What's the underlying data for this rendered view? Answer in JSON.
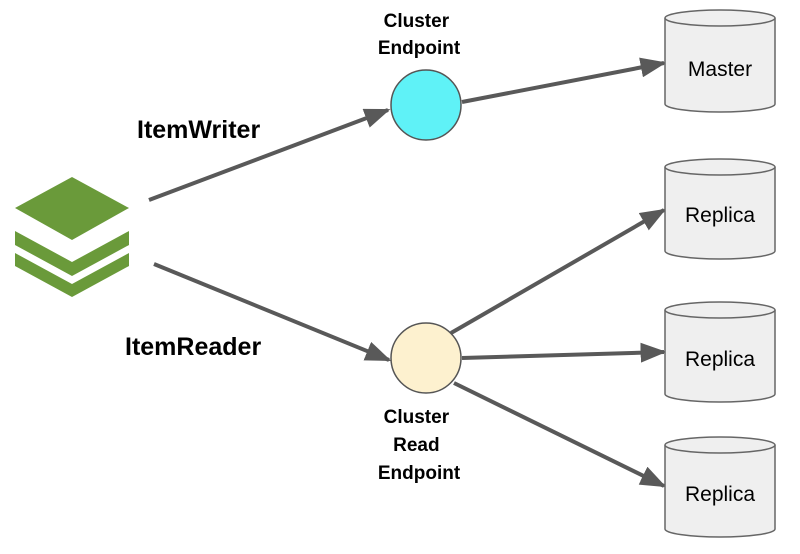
{
  "app_logo": {
    "icon": "layered-stack-icon",
    "color": "#6a9a3a"
  },
  "edges": {
    "writer_label": "ItemWriter",
    "reader_label": "ItemReader"
  },
  "endpoints": {
    "write": {
      "label_lines": [
        "Cluster",
        "Endpoint"
      ],
      "color": "#5ff2f7"
    },
    "read": {
      "label_lines": [
        "Cluster",
        "Read",
        "Endpoint"
      ],
      "color": "#fdf1cf"
    }
  },
  "databases": {
    "master": {
      "label": "Master"
    },
    "replica_1": {
      "label": "Replica"
    },
    "replica_2": {
      "label": "Replica"
    },
    "replica_3": {
      "label": "Replica"
    }
  },
  "colors": {
    "arrow": "#595959",
    "db_fill": "#efefef",
    "db_stroke": "#666666"
  }
}
